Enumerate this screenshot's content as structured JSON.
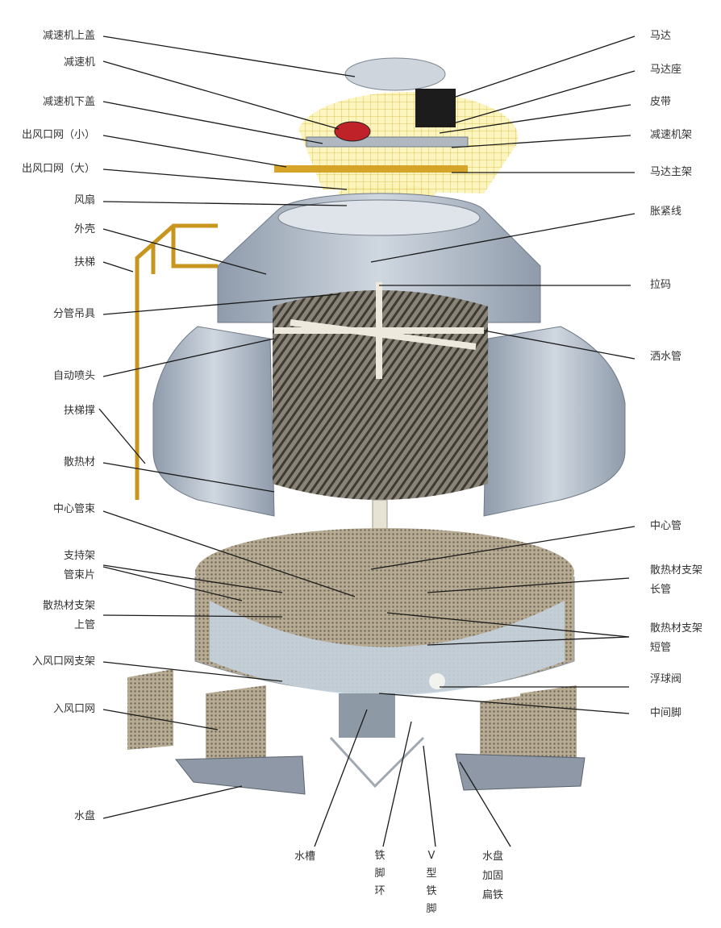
{
  "title": "冷却塔结构爆炸图",
  "labels_left": [
    {
      "id": "reducer-top-cover",
      "text": "减速机上盖"
    },
    {
      "id": "reducer",
      "text": "减速机"
    },
    {
      "id": "reducer-bottom-cover",
      "text": "减速机下盖"
    },
    {
      "id": "outlet-net-small",
      "text": "出风口网（小）"
    },
    {
      "id": "outlet-net-large",
      "text": "出风口网（大）"
    },
    {
      "id": "fan",
      "text": "风扇"
    },
    {
      "id": "shell",
      "text": "外壳"
    },
    {
      "id": "ladder",
      "text": "扶梯"
    },
    {
      "id": "branch-pipe-hanger",
      "text": "分管吊具"
    },
    {
      "id": "auto-nozzle",
      "text": "自动喷头"
    },
    {
      "id": "ladder-brace",
      "text": "扶梯撑"
    },
    {
      "id": "fill-material",
      "text": "散热材"
    },
    {
      "id": "center-pipe-bundle",
      "text": "中心管束"
    },
    {
      "id": "support-bundle-plate",
      "text": "支持架\n管束片"
    },
    {
      "id": "fill-support-upper-pipe",
      "text": "散热材支架\n上管"
    },
    {
      "id": "inlet-net-support",
      "text": "入风口网支架"
    },
    {
      "id": "inlet-net",
      "text": "入风口网"
    },
    {
      "id": "water-basin",
      "text": "水盘"
    }
  ],
  "labels_right": [
    {
      "id": "motor",
      "text": "马达"
    },
    {
      "id": "motor-base",
      "text": "马达座"
    },
    {
      "id": "belt",
      "text": "皮带"
    },
    {
      "id": "reducer-frame",
      "text": "减速机架"
    },
    {
      "id": "motor-main-frame",
      "text": "马达主架"
    },
    {
      "id": "tension-wire",
      "text": "胀紧线"
    },
    {
      "id": "pull-clamp",
      "text": "拉码"
    },
    {
      "id": "sprinkler-pipe",
      "text": "洒水管"
    },
    {
      "id": "center-pipe",
      "text": "中心管"
    },
    {
      "id": "fill-support-long-pipe",
      "text": "散热材支架\n长管"
    },
    {
      "id": "fill-support-short-pipe",
      "text": "散热材支架\n短管"
    },
    {
      "id": "float-valve",
      "text": "浮球阀"
    },
    {
      "id": "middle-leg",
      "text": "中间脚"
    }
  ],
  "labels_bottom": [
    {
      "id": "water-tank",
      "text": "水槽"
    },
    {
      "id": "iron-leg-ring",
      "text": "铁脚环"
    },
    {
      "id": "v-iron-leg",
      "text": "V型铁脚"
    },
    {
      "id": "basin-flat-iron",
      "text": "水盘\n加固\n扁铁"
    }
  ],
  "colors": {
    "shell": "#a9b4c2",
    "fill": "#6f6a60",
    "ladder": "#c8951f",
    "net": "#f1e07a",
    "lines": "#1a1a1a",
    "text": "#333333"
  }
}
